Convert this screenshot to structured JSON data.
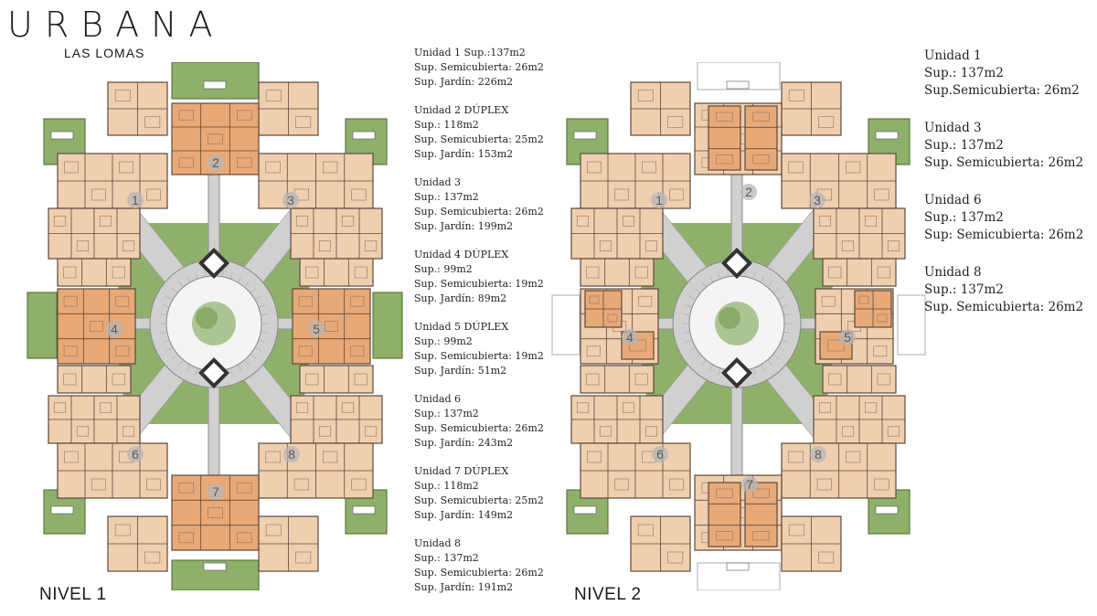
{
  "brand": {
    "title": "URBANA",
    "subtitle": "LAS LOMAS"
  },
  "levels": [
    {
      "label": "NIVEL 1"
    },
    {
      "label": "NIVEL 2"
    }
  ],
  "nivel1_units": [
    {
      "lines": [
        "Unidad 1 Sup.:137m2",
        "Sup. Semicubierta: 26m2",
        "Sup. Jardín: 226m2"
      ]
    },
    {
      "lines": [
        "Unidad 2 DÚPLEX",
        "Sup.: 118m2",
        "Sup. Semicubierta: 25m2",
        "Sup. Jardín: 153m2"
      ]
    },
    {
      "lines": [
        "Unidad 3",
        "Sup.: 137m2",
        "Sup. Semicubierta: 26m2",
        "Sup. Jardín: 199m2"
      ]
    },
    {
      "lines": [
        "Unidad 4 DÚPLEX",
        "Sup.: 99m2",
        "Sup. Semicubierta: 19m2",
        "Sup. Jardín: 89m2"
      ]
    },
    {
      "lines": [
        "Unidad 5 DÚPLEX",
        "Sup.: 99m2",
        "Sup. Semicubierta: 19m2",
        "Sup. Jardín: 51m2"
      ]
    },
    {
      "lines": [
        "Unidad 6",
        "Sup.: 137m2",
        "Sup. Semicubierta: 26m2",
        "Sup. Jardín: 243m2"
      ]
    },
    {
      "lines": [
        "Unidad 7  DÚPLEX",
        "Sup.: 118m2",
        "Sup. Semicubierta: 25m2",
        "Sup. Jardín: 149m2"
      ]
    },
    {
      "lines": [
        "Unidad 8",
        "Sup.: 137m2",
        "Sup. Semicubierta: 26m2",
        "Sup. Jardín: 191m2"
      ]
    }
  ],
  "nivel2_units": [
    {
      "lines": [
        "Unidad 1",
        "Sup.: 137m2",
        "Sup.Semicubierta: 26m2"
      ]
    },
    {
      "lines": [
        "Unidad 3",
        "Sup.: 137m2",
        "Sup. Semicubierta: 26m2"
      ]
    },
    {
      "lines": [
        "Unidad 6",
        "Sup.: 137m2",
        "Sup: Semicubierta: 26m2"
      ]
    },
    {
      "lines": [
        "Unidad 8",
        "Sup.: 137m2",
        "Sup. Semicubierta: 26m2"
      ]
    }
  ],
  "plan1_markers": [
    "1",
    "2",
    "3",
    "4",
    "5",
    "6",
    "7",
    "8"
  ],
  "plan2_markers": [
    "1",
    "2",
    "3",
    "4",
    "5",
    "6",
    "7",
    "8"
  ],
  "colors": {
    "garden": "#8fb06a",
    "garden_dark": "#6f9a4c",
    "unit": "#f0cfae",
    "unit_highlight": "#e8a977",
    "walls": "#5b4a3e",
    "court": "#d0d0d0",
    "court_inner": "#f4f4f4",
    "marker": "#9a9a9a"
  }
}
